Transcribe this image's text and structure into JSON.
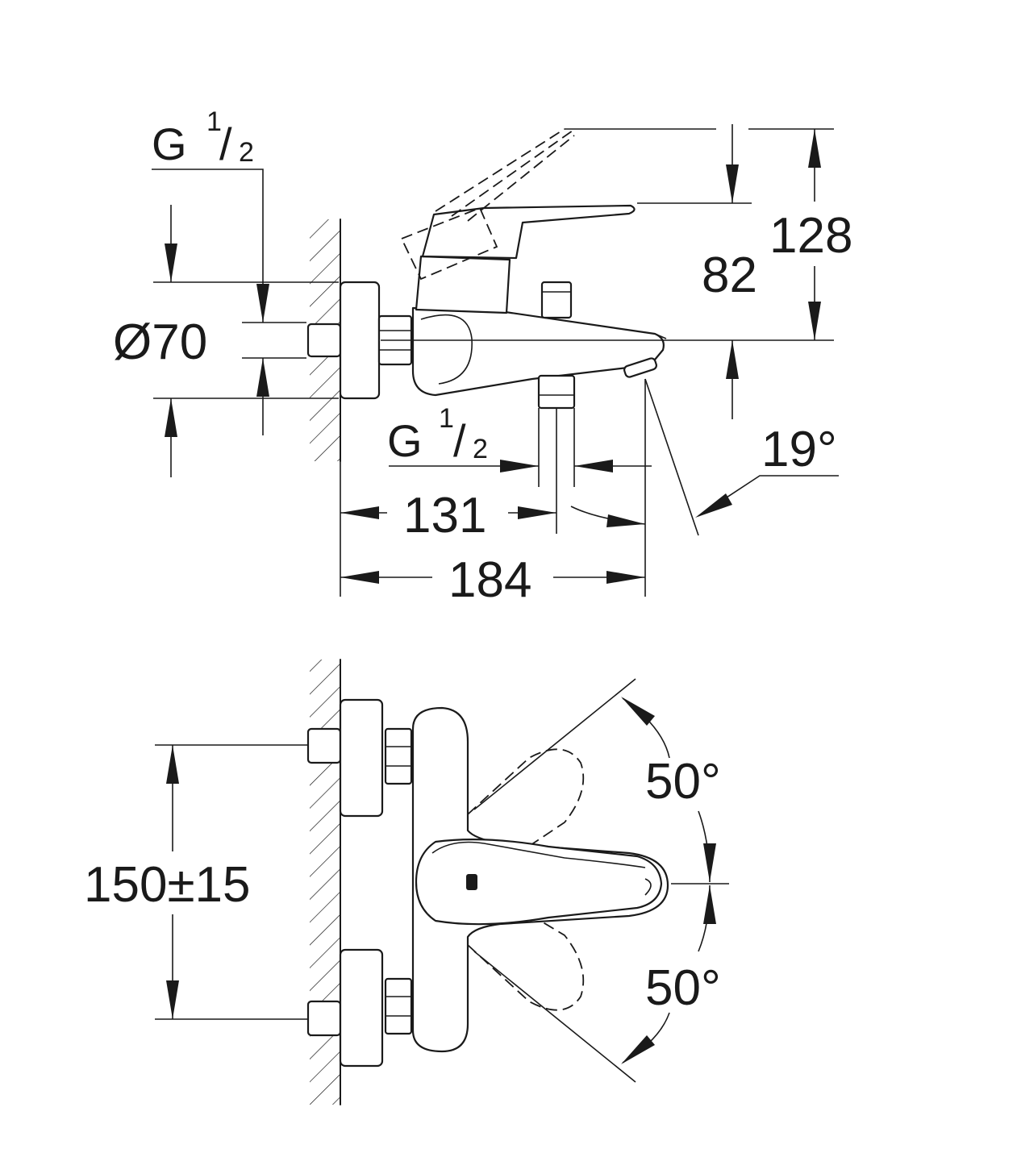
{
  "figure": {
    "side_view": {
      "inlet_thread_top": {
        "main": "G",
        "num": "1",
        "slash": "/",
        "den": "2"
      },
      "inlet_thread_bottom": {
        "main": "G",
        "num": "1",
        "slash": "/",
        "den": "2"
      },
      "flange_diameter": "Ø70",
      "height_to_lever_top": "128",
      "height_to_spout": "82",
      "spout_angle": "19°",
      "outlet_offset": "131",
      "total_projection": "184"
    },
    "top_view": {
      "inlet_spacing": "150±15",
      "lever_swing_up": "50°",
      "lever_swing_down": "50°"
    }
  }
}
